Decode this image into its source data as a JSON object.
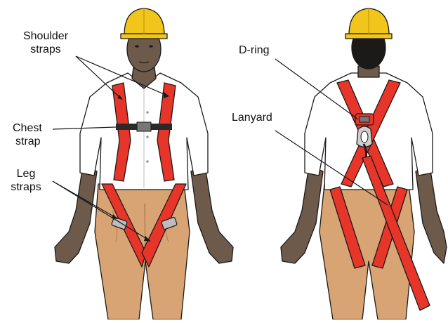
{
  "labels": {
    "shoulder_1": "Shoulder",
    "shoulder_2": "straps",
    "chest_1": "Chest",
    "chest_2": "strap",
    "leg_1": "Leg",
    "leg_2": "straps",
    "dring": "D-ring",
    "lanyard": "Lanyard"
  },
  "colors": {
    "helmet": "#f2c51a",
    "strap": "#e8352a",
    "shirt": "#ffffff",
    "pants": "#d9a474",
    "skin": "#6e5a4a",
    "hair": "#1c1a19",
    "outline": "#1a1a1a"
  }
}
